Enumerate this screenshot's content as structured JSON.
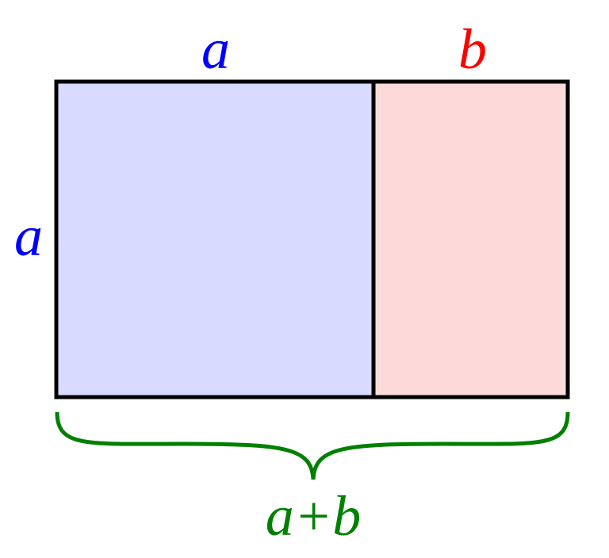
{
  "labels": {
    "top_a": "a",
    "top_b": "b",
    "side_a": "a",
    "sum": "a+b"
  },
  "colors": {
    "a": "#0000ff",
    "b": "#ff0000",
    "sum": "#008000",
    "a_fill": "#d9daff",
    "b_fill": "#fddada",
    "stroke": "#000000"
  }
}
